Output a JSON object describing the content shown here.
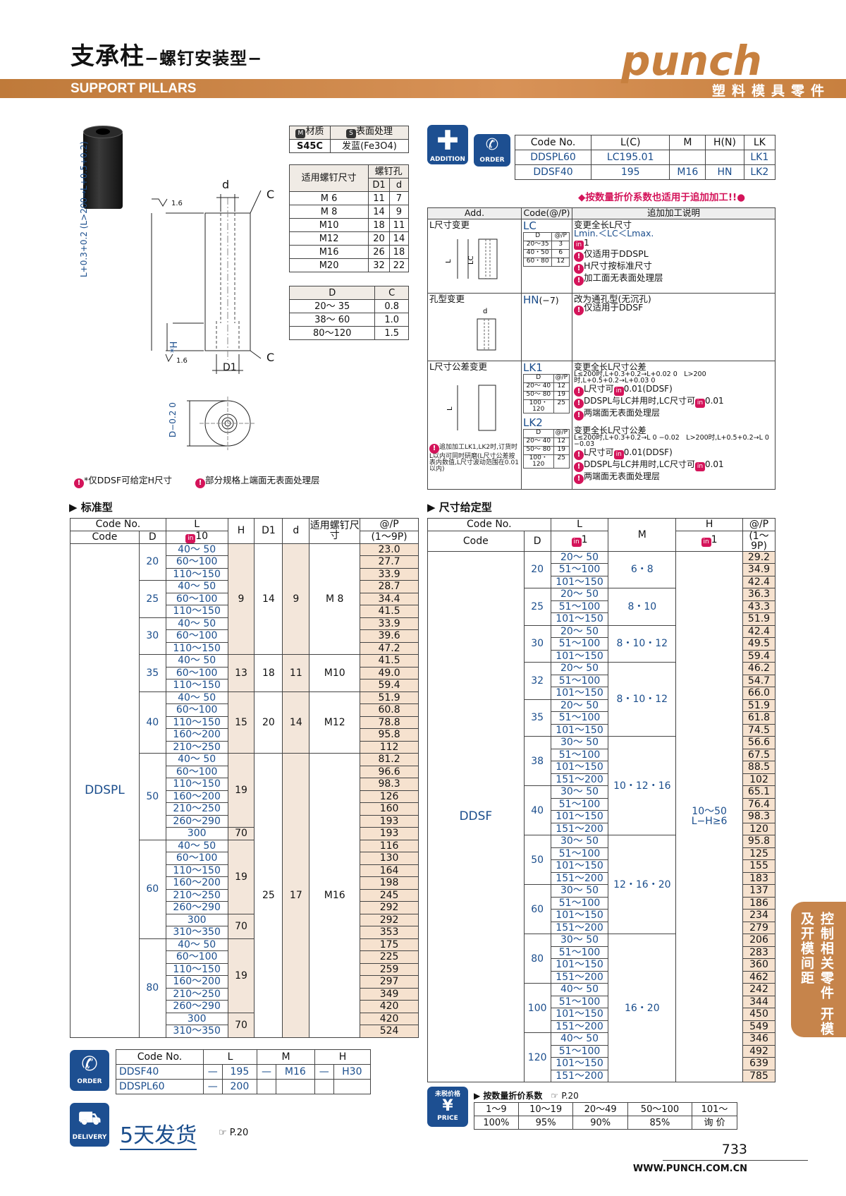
{
  "header": {
    "title": "支承柱",
    "subtitle": "−螺钉安装型−",
    "en": "SUPPORT PILLARS",
    "brand": "punch",
    "brand_cn": "塑料模具零件"
  },
  "spec": {
    "mat_label": "材质",
    "surf_label": "表面处理",
    "mat": "S45C",
    "surf": "发蓝(Fe3O4)",
    "screw_h1": "适用螺钉尺寸",
    "screw_h2": "螺钉孔",
    "d1": "D1",
    "d": "d",
    "screw_rows": [
      [
        "M 6",
        "11",
        "7"
      ],
      [
        "M 8",
        "14",
        "9"
      ],
      [
        "M10",
        "18",
        "11"
      ],
      [
        "M12",
        "20",
        "14"
      ],
      [
        "M16",
        "26",
        "18"
      ],
      [
        "M20",
        "32",
        "22"
      ]
    ],
    "dc_h": [
      "D",
      "C"
    ],
    "dc_rows": [
      [
        "20～ 35",
        "0.8"
      ],
      [
        "38～ 60",
        "1.0"
      ],
      [
        "80～120",
        "1.5"
      ]
    ]
  },
  "draw": {
    "d": "d",
    "c": "C",
    "c2": "C",
    "ra1": "1.6",
    "ra2": "1.6",
    "l": "L+0.3+0.2 (L>200→L+0.5+0.2)",
    "h": "*H",
    "d1": "D1",
    "dtol": "D−0.2 0"
  },
  "notes": {
    "n1": "*仅DDSF可给定H尺寸",
    "n2": "部分规格上端面无表面处理层"
  },
  "addition": {
    "add": "ADDITION",
    "order": "ORDER",
    "headers": [
      "Code No.",
      "L(C)",
      "M",
      "H(N)",
      "LK"
    ],
    "r1": [
      "DDSPL60",
      "—",
      "LC195.01",
      "",
      "",
      "",
      "—",
      "LK1"
    ],
    "r2": [
      "DDSF40",
      "—",
      "195",
      "—",
      "M16",
      "—",
      "HN",
      "—",
      "LK2"
    ],
    "discount_note": "按数量折价系数也适用于追加加工!!",
    "cols": [
      "Add.",
      "Code(@/P)",
      "追加加工说明"
    ],
    "lc": {
      "name": "L尺寸变更",
      "code": "LC",
      "mini_h": [
        "D",
        "@/P"
      ],
      "mini": [
        [
          "20～35",
          "3"
        ],
        [
          "40・50",
          "6"
        ],
        [
          "60・80",
          "12"
        ]
      ],
      "d1": "变更全长L尺寸",
      "d2": "Lmin.＜LC＜Lmax.",
      "d3": "1",
      "d4": "仅适用于DDSPL",
      "d5": "H尺寸按标准尺寸",
      "d6": "加工面无表面处理层"
    },
    "hn": {
      "name": "孔型变更",
      "code": "HN",
      "code2": "(−7)",
      "d1": "改为通孔型(无沉孔)",
      "d2": "仅适用于DDSF"
    },
    "lk": {
      "name": "L尺寸公差变更",
      "code1": "LK1",
      "code2": "LK2",
      "mini_h": [
        "D",
        "@/P"
      ],
      "mini": [
        [
          "20～ 40",
          "12"
        ],
        [
          "50～ 80",
          "19"
        ],
        [
          "100・120",
          "25"
        ]
      ],
      "lk1_d1": "变更全长L尺寸公差",
      "lk1_d2": "L≤200时,L+0.3+0.2→L+0.02 0　L>200时,L+0.5+0.2→L+0.03 0",
      "lk1_d3": "L尺寸可",
      "lk1_d3b": "0.01(DDSF)",
      "lk1_d4": "DDSPL与LC并用时,LC尺寸可",
      "lk1_d4b": "0.01",
      "lk1_d5": "两端面无表面处理层",
      "lk2_d1": "变更全长L尺寸公差",
      "lk2_d2": "L≤200时,L+0.3+0.2→L 0 −0.02　L>200时,L+0.5+0.2→L 0 −0.03",
      "lk2_d3": "L尺寸可",
      "lk2_d3b": "0.01(DDSF)",
      "lk2_d4": "DDSPL与LC并用时,LC尺寸可",
      "lk2_d4b": "0.01",
      "lk2_d5": "两端面无表面处理层",
      "note": "追加加工LK1,LK2时,订货时L以内可同时研磨(L尺寸公差按表内数值,L尺寸波动范围在0.01以内)"
    }
  },
  "std": {
    "title": "标准型",
    "h": [
      "Code No.",
      "L",
      "H",
      "D1",
      "d",
      "适用螺钉尺寸",
      "@/P"
    ],
    "h2": [
      "Code",
      "D",
      "10",
      "(1～9P)"
    ],
    "code": "DDSPL",
    "groups": [
      {
        "D": "20",
        "rows": [
          [
            "40～ 50",
            "23.0"
          ],
          [
            "60～100",
            "27.7"
          ],
          [
            "110～150",
            "33.9"
          ]
        ]
      },
      {
        "D": "25",
        "rows": [
          [
            "40～ 50",
            "28.7"
          ],
          [
            "60～100",
            "34.4"
          ],
          [
            "110～150",
            "41.5"
          ]
        ]
      },
      {
        "D": "30",
        "rows": [
          [
            "40～ 50",
            "33.9"
          ],
          [
            "60～100",
            "39.6"
          ],
          [
            "110～150",
            "47.2"
          ]
        ]
      },
      {
        "D": "35",
        "rows": [
          [
            "40～ 50",
            "41.5"
          ],
          [
            "60～100",
            "49.0"
          ],
          [
            "110～150",
            "59.4"
          ]
        ]
      },
      {
        "D": "40",
        "rows": [
          [
            "40～ 50",
            "51.9"
          ],
          [
            "60～100",
            "60.8"
          ],
          [
            "110～150",
            "78.8"
          ],
          [
            "160～200",
            "95.8"
          ],
          [
            "210～250",
            "112"
          ]
        ]
      },
      {
        "D": "50",
        "rows": [
          [
            "40～ 50",
            "81.2"
          ],
          [
            "60～100",
            "96.6"
          ],
          [
            "110～150",
            "98.3"
          ],
          [
            "160～200",
            "126"
          ],
          [
            "210～250",
            "160"
          ],
          [
            "260～290",
            "193"
          ],
          [
            "300",
            "193"
          ]
        ]
      },
      {
        "D": "60",
        "rows": [
          [
            "40～ 50",
            "116"
          ],
          [
            "60～100",
            "130"
          ],
          [
            "110～150",
            "164"
          ],
          [
            "160～200",
            "198"
          ],
          [
            "210～250",
            "245"
          ],
          [
            "260～290",
            "292"
          ],
          [
            "300",
            "292"
          ],
          [
            "310～350",
            "353"
          ]
        ]
      },
      {
        "D": "80",
        "rows": [
          [
            "40～ 50",
            "175"
          ],
          [
            "60～100",
            "225"
          ],
          [
            "110～150",
            "259"
          ],
          [
            "160～200",
            "297"
          ],
          [
            "210～250",
            "349"
          ],
          [
            "260～290",
            "420"
          ],
          [
            "300",
            "420"
          ],
          [
            "310～350",
            "524"
          ]
        ]
      }
    ],
    "spec": [
      [
        "9",
        "14",
        "9",
        "M 8"
      ],
      [
        "13",
        "18",
        "11",
        "M10"
      ],
      [
        "15",
        "20",
        "14",
        "M12"
      ],
      [
        "19",
        "70",
        "25",
        "17",
        "M16"
      ]
    ]
  },
  "ddsf": {
    "title": "尺寸给定型",
    "h": [
      "Code No.",
      "L",
      "M",
      "H",
      "@/P"
    ],
    "h2": [
      "Code",
      "D",
      "1",
      "1",
      "(1～9P)"
    ],
    "code": "DDSF",
    "hval1": "10～50",
    "hval2": "L−H≥6",
    "groups": [
      {
        "D": "20",
        "M": "6・8",
        "rows": [
          [
            "20～ 50",
            "29.2"
          ],
          [
            "51～100",
            "34.9"
          ],
          [
            "101～150",
            "42.4"
          ]
        ]
      },
      {
        "D": "25",
        "M": "8・10",
        "rows": [
          [
            "20～ 50",
            "36.3"
          ],
          [
            "51～100",
            "43.3"
          ],
          [
            "101～150",
            "51.9"
          ]
        ]
      },
      {
        "D": "30",
        "M": "8・10・12",
        "rows": [
          [
            "20～ 50",
            "42.4"
          ],
          [
            "51～100",
            "49.5"
          ],
          [
            "101～150",
            "59.4"
          ]
        ]
      },
      {
        "D": "32",
        "M": "",
        "rows": [
          [
            "20～ 50",
            "46.2"
          ],
          [
            "51～100",
            "54.7"
          ],
          [
            "101～150",
            "66.0"
          ]
        ]
      },
      {
        "D": "35",
        "M": "",
        "rows": [
          [
            "20～ 50",
            "51.9"
          ],
          [
            "51～100",
            "61.8"
          ],
          [
            "101～150",
            "74.5"
          ]
        ]
      },
      {
        "D": "38",
        "M": "",
        "rows": [
          [
            "30～ 50",
            "56.6"
          ],
          [
            "51～100",
            "67.5"
          ],
          [
            "101～150",
            "88.5"
          ],
          [
            "151～200",
            "102"
          ]
        ]
      },
      {
        "D": "40",
        "M": "",
        "rows": [
          [
            "30～ 50",
            "65.1"
          ],
          [
            "51～100",
            "76.4"
          ],
          [
            "101～150",
            "98.3"
          ],
          [
            "151～200",
            "120"
          ]
        ]
      },
      {
        "D": "50",
        "M": "",
        "rows": [
          [
            "30～ 50",
            "95.8"
          ],
          [
            "51～100",
            "125"
          ],
          [
            "101～150",
            "155"
          ],
          [
            "151～200",
            "183"
          ]
        ]
      },
      {
        "D": "60",
        "M": "",
        "rows": [
          [
            "30～ 50",
            "137"
          ],
          [
            "51～100",
            "186"
          ],
          [
            "101～150",
            "234"
          ],
          [
            "151～200",
            "279"
          ]
        ]
      },
      {
        "D": "80",
        "M": "",
        "rows": [
          [
            "30～ 50",
            "206"
          ],
          [
            "51～100",
            "283"
          ],
          [
            "101～150",
            "360"
          ],
          [
            "151～200",
            "462"
          ]
        ]
      },
      {
        "D": "100",
        "M": "",
        "rows": [
          [
            "40～ 50",
            "242"
          ],
          [
            "51～100",
            "344"
          ],
          [
            "101～150",
            "450"
          ],
          [
            "151～200",
            "549"
          ]
        ]
      },
      {
        "D": "120",
        "M": "",
        "rows": [
          [
            "40～ 50",
            "346"
          ],
          [
            "51～100",
            "492"
          ],
          [
            "101～150",
            "639"
          ],
          [
            "151～200",
            "785"
          ]
        ]
      }
    ],
    "m_merge": [
      "8・10・12",
      "10・12・16",
      "12・16・20",
      "16・20"
    ]
  },
  "order": {
    "label": "ORDER",
    "h": [
      "Code No.",
      "L",
      "M",
      "H"
    ],
    "r1": [
      "DDSF40",
      "—",
      "195",
      "—",
      "M16",
      "—",
      "H30"
    ],
    "r2": [
      "DDSPL60",
      "—",
      "200"
    ]
  },
  "delivery": {
    "label": "DELIVERY",
    "text": "5天发货",
    "ref": "P.20"
  },
  "price": {
    "label": "未税价格",
    "label2": "PRICE",
    "title": "按数量折价系数",
    "ref": "P.20",
    "h": [
      "1～9",
      "10～19",
      "20～49",
      "50～100",
      "101～"
    ],
    "v": [
      "100%",
      "95%",
      "90%",
      "85%",
      "询 价"
    ]
  },
  "side": {
    "text": "控制相关零件 开模及开模间距"
  },
  "footer": {
    "page": "733",
    "url": "WWW.PUNCH.COM.CN"
  }
}
